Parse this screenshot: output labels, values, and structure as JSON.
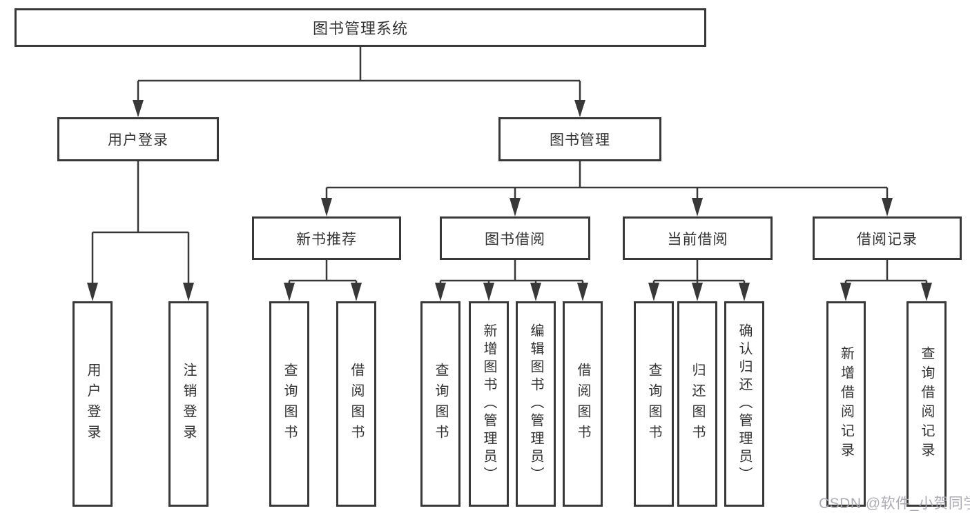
{
  "diagram_title": "图书管理系统",
  "tree": {
    "root": {
      "label": "图书管理系统"
    },
    "branches": [
      {
        "label": "用户登录",
        "children": [
          {
            "label": "用户登录"
          },
          {
            "label": "注销登录"
          }
        ]
      },
      {
        "label": "图书管理",
        "children": [
          {
            "label": "新书推荐",
            "children": [
              {
                "label": "查询图书"
              },
              {
                "label": "借阅图书"
              }
            ]
          },
          {
            "label": "图书借阅",
            "children": [
              {
                "label": "查询图书"
              },
              {
                "label": "新增图书（管理员）"
              },
              {
                "label": "编辑图书（管理员）"
              },
              {
                "label": "借阅图书"
              }
            ]
          },
          {
            "label": "当前借阅",
            "children": [
              {
                "label": "查询图书"
              },
              {
                "label": "归还图书"
              },
              {
                "label": "确认归还（管理员）"
              }
            ]
          },
          {
            "label": "借阅记录",
            "children": [
              {
                "label": "新增借阅记录"
              },
              {
                "label": "查询借阅记录"
              }
            ]
          }
        ]
      }
    ]
  },
  "watermark": {
    "text": "CSDN @软件_小贺同学"
  },
  "colors": {
    "background": "#ffffff",
    "line": "#383838",
    "box_border": "#383838",
    "text": "#333333",
    "watermark": "#a8a8ae"
  }
}
